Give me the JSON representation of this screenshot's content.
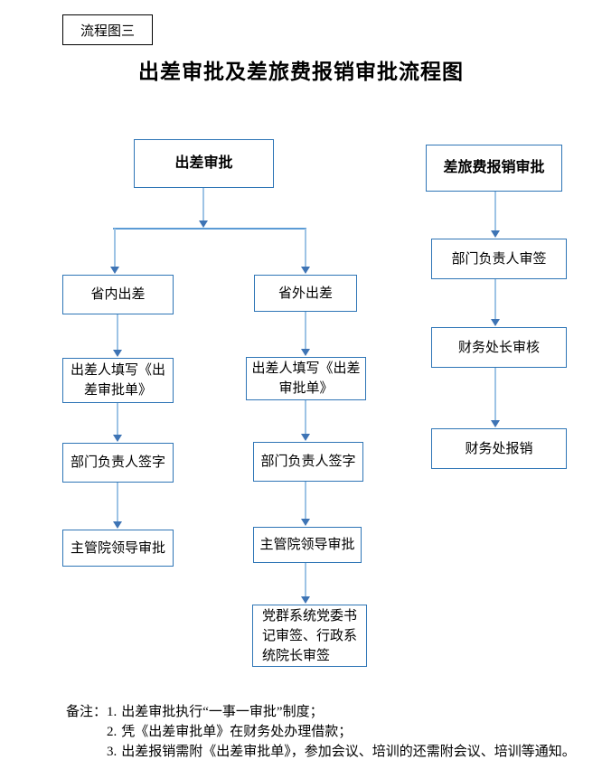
{
  "page": {
    "tag_label": "流程图三",
    "title": "出差审批及差旅费报销审批流程图"
  },
  "flow_trip_approval": {
    "root_label": "出差审批",
    "in_province": {
      "header": "省内出差",
      "step_fill_form": "出差人填写《出差审批单》",
      "step_dept_sign": "部门负责人签字",
      "step_leader_approve": "主管院领导审批"
    },
    "out_province": {
      "header": "省外出差",
      "step_fill_form": "出差人填写《出差审批单》",
      "step_dept_sign": "部门负责人签字",
      "step_leader_approve": "主管院领导审批",
      "step_final_sign": "党群系统党委书记审签、行政系统院长审签"
    }
  },
  "flow_reimbursement": {
    "root_label": "差旅费报销审批",
    "step_dept_sign": "部门负责人审签",
    "step_director_review": "财务处长审核",
    "step_reimburse": "财务处报销"
  },
  "notes": {
    "label": "备注：",
    "items": [
      {
        "num": "1.",
        "text": "出差审批执行“一事一审批”制度；"
      },
      {
        "num": "2.",
        "text": "凭《出差审批单》在财务处办理借款；"
      },
      {
        "num": "3.",
        "text": "出差报销需附《出差审批单》，参加会议、培训的还需附会议、培训等通知。"
      }
    ]
  },
  "colors": {
    "box_border": "#2E75B6",
    "connector": "#5B9BD5",
    "arrow_stem": "#9DC3E5",
    "arrow_head": "#3E74B5",
    "tag_border": "#000000",
    "text": "#000000"
  }
}
